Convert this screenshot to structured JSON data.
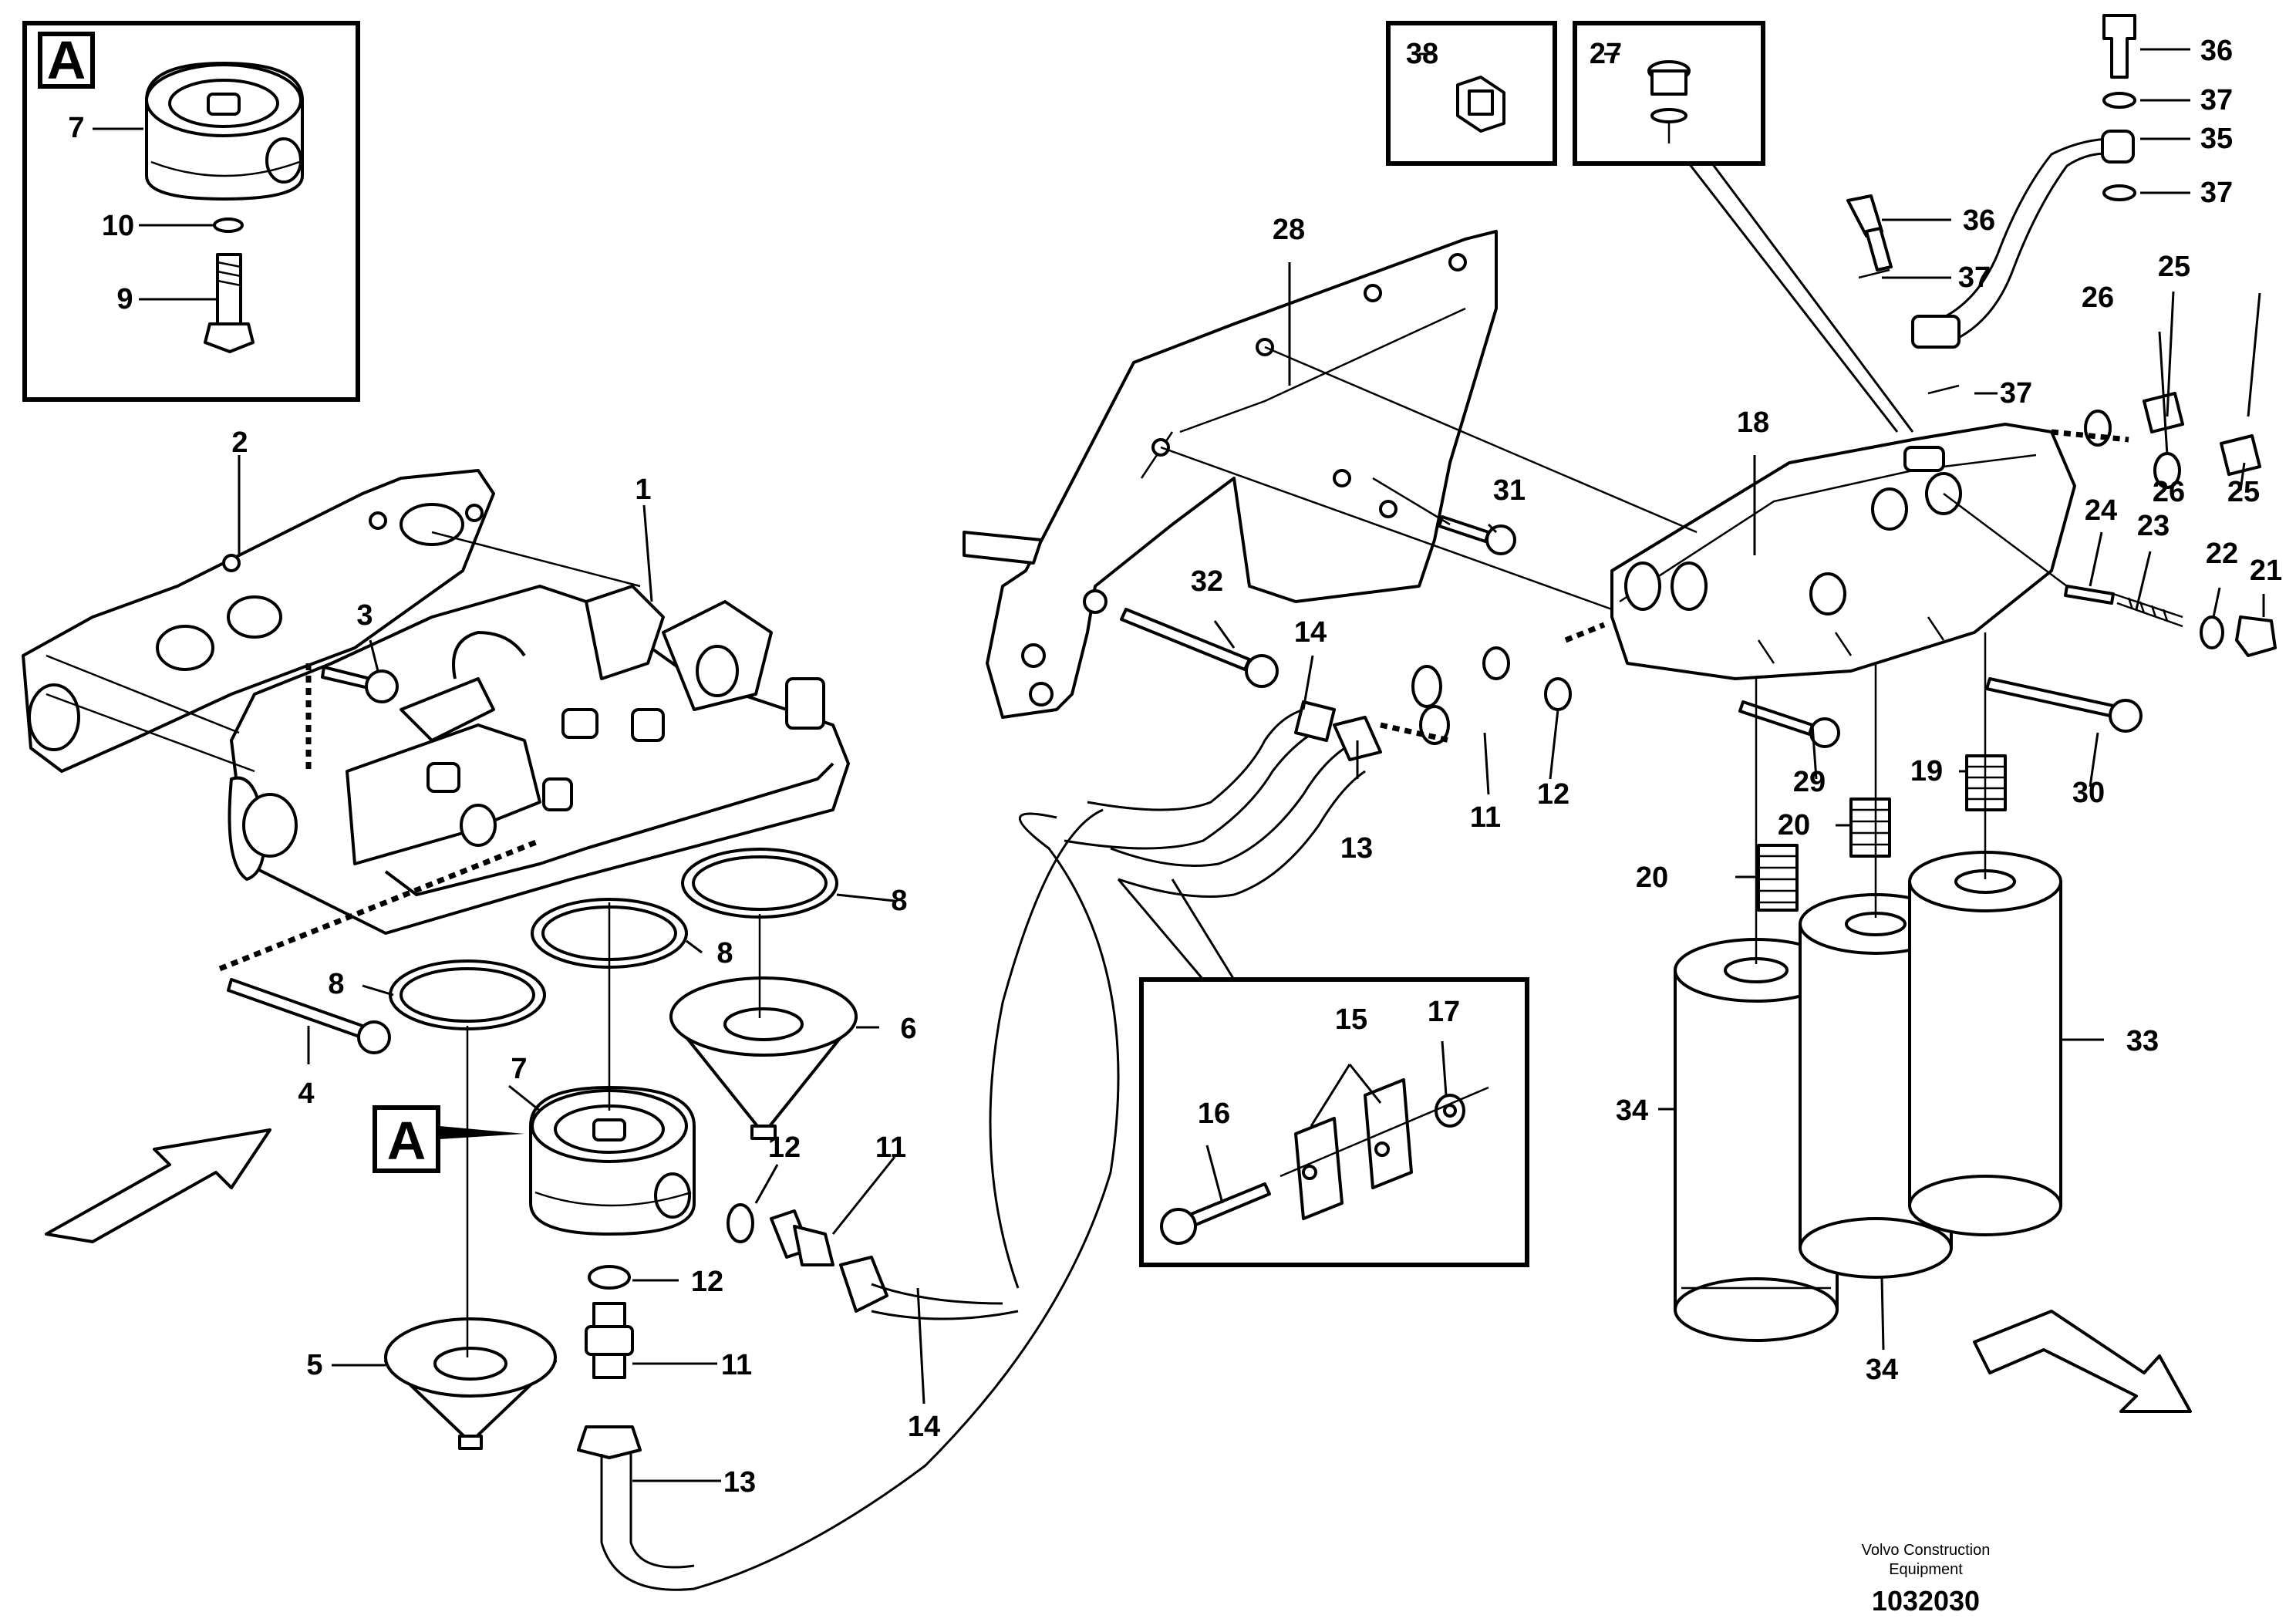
{
  "detail_labels": {
    "inset_a": "A",
    "callout_a": "A"
  },
  "footer": {
    "company_line1": "Volvo Construction",
    "company_line2": "Equipment",
    "drawing_number": "1032030"
  },
  "parts": [
    {
      "num": "1"
    },
    {
      "num": "2"
    },
    {
      "num": "3"
    },
    {
      "num": "4"
    },
    {
      "num": "5"
    },
    {
      "num": "6"
    },
    {
      "num": "7"
    },
    {
      "num": "7"
    },
    {
      "num": "8"
    },
    {
      "num": "8"
    },
    {
      "num": "8"
    },
    {
      "num": "9"
    },
    {
      "num": "10"
    },
    {
      "num": "11"
    },
    {
      "num": "11"
    },
    {
      "num": "11"
    },
    {
      "num": "12"
    },
    {
      "num": "12"
    },
    {
      "num": "12"
    },
    {
      "num": "13"
    },
    {
      "num": "13"
    },
    {
      "num": "14"
    },
    {
      "num": "14"
    },
    {
      "num": "15"
    },
    {
      "num": "16"
    },
    {
      "num": "17"
    },
    {
      "num": "18"
    },
    {
      "num": "19"
    },
    {
      "num": "20"
    },
    {
      "num": "20"
    },
    {
      "num": "21"
    },
    {
      "num": "22"
    },
    {
      "num": "23"
    },
    {
      "num": "24"
    },
    {
      "num": "25"
    },
    {
      "num": "25"
    },
    {
      "num": "26"
    },
    {
      "num": "26"
    },
    {
      "num": "27"
    },
    {
      "num": "28"
    },
    {
      "num": "29"
    },
    {
      "num": "30"
    },
    {
      "num": "31"
    },
    {
      "num": "32"
    },
    {
      "num": "33"
    },
    {
      "num": "34"
    },
    {
      "num": "34"
    },
    {
      "num": "35"
    },
    {
      "num": "36"
    },
    {
      "num": "36"
    },
    {
      "num": "37"
    },
    {
      "num": "37"
    },
    {
      "num": "37"
    },
    {
      "num": "37"
    },
    {
      "num": "38"
    }
  ]
}
